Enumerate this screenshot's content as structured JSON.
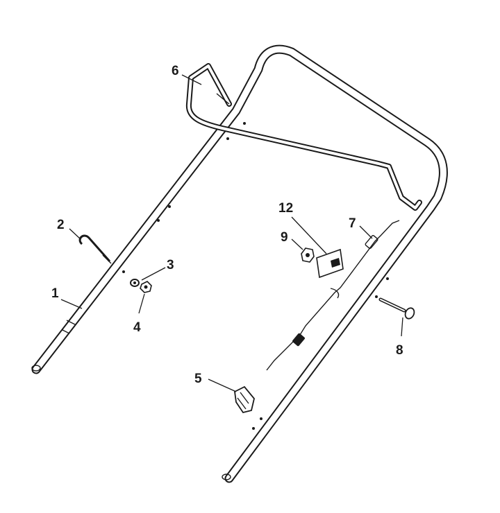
{
  "callouts": {
    "c1": "1",
    "c2": "2",
    "c3": "3",
    "c4": "4",
    "c5": "5",
    "c6": "6",
    "c7": "7",
    "c8": "8",
    "c9": "9",
    "c12": "12"
  },
  "colors": {
    "line": "#1a1a1a",
    "background": "#ffffff"
  }
}
